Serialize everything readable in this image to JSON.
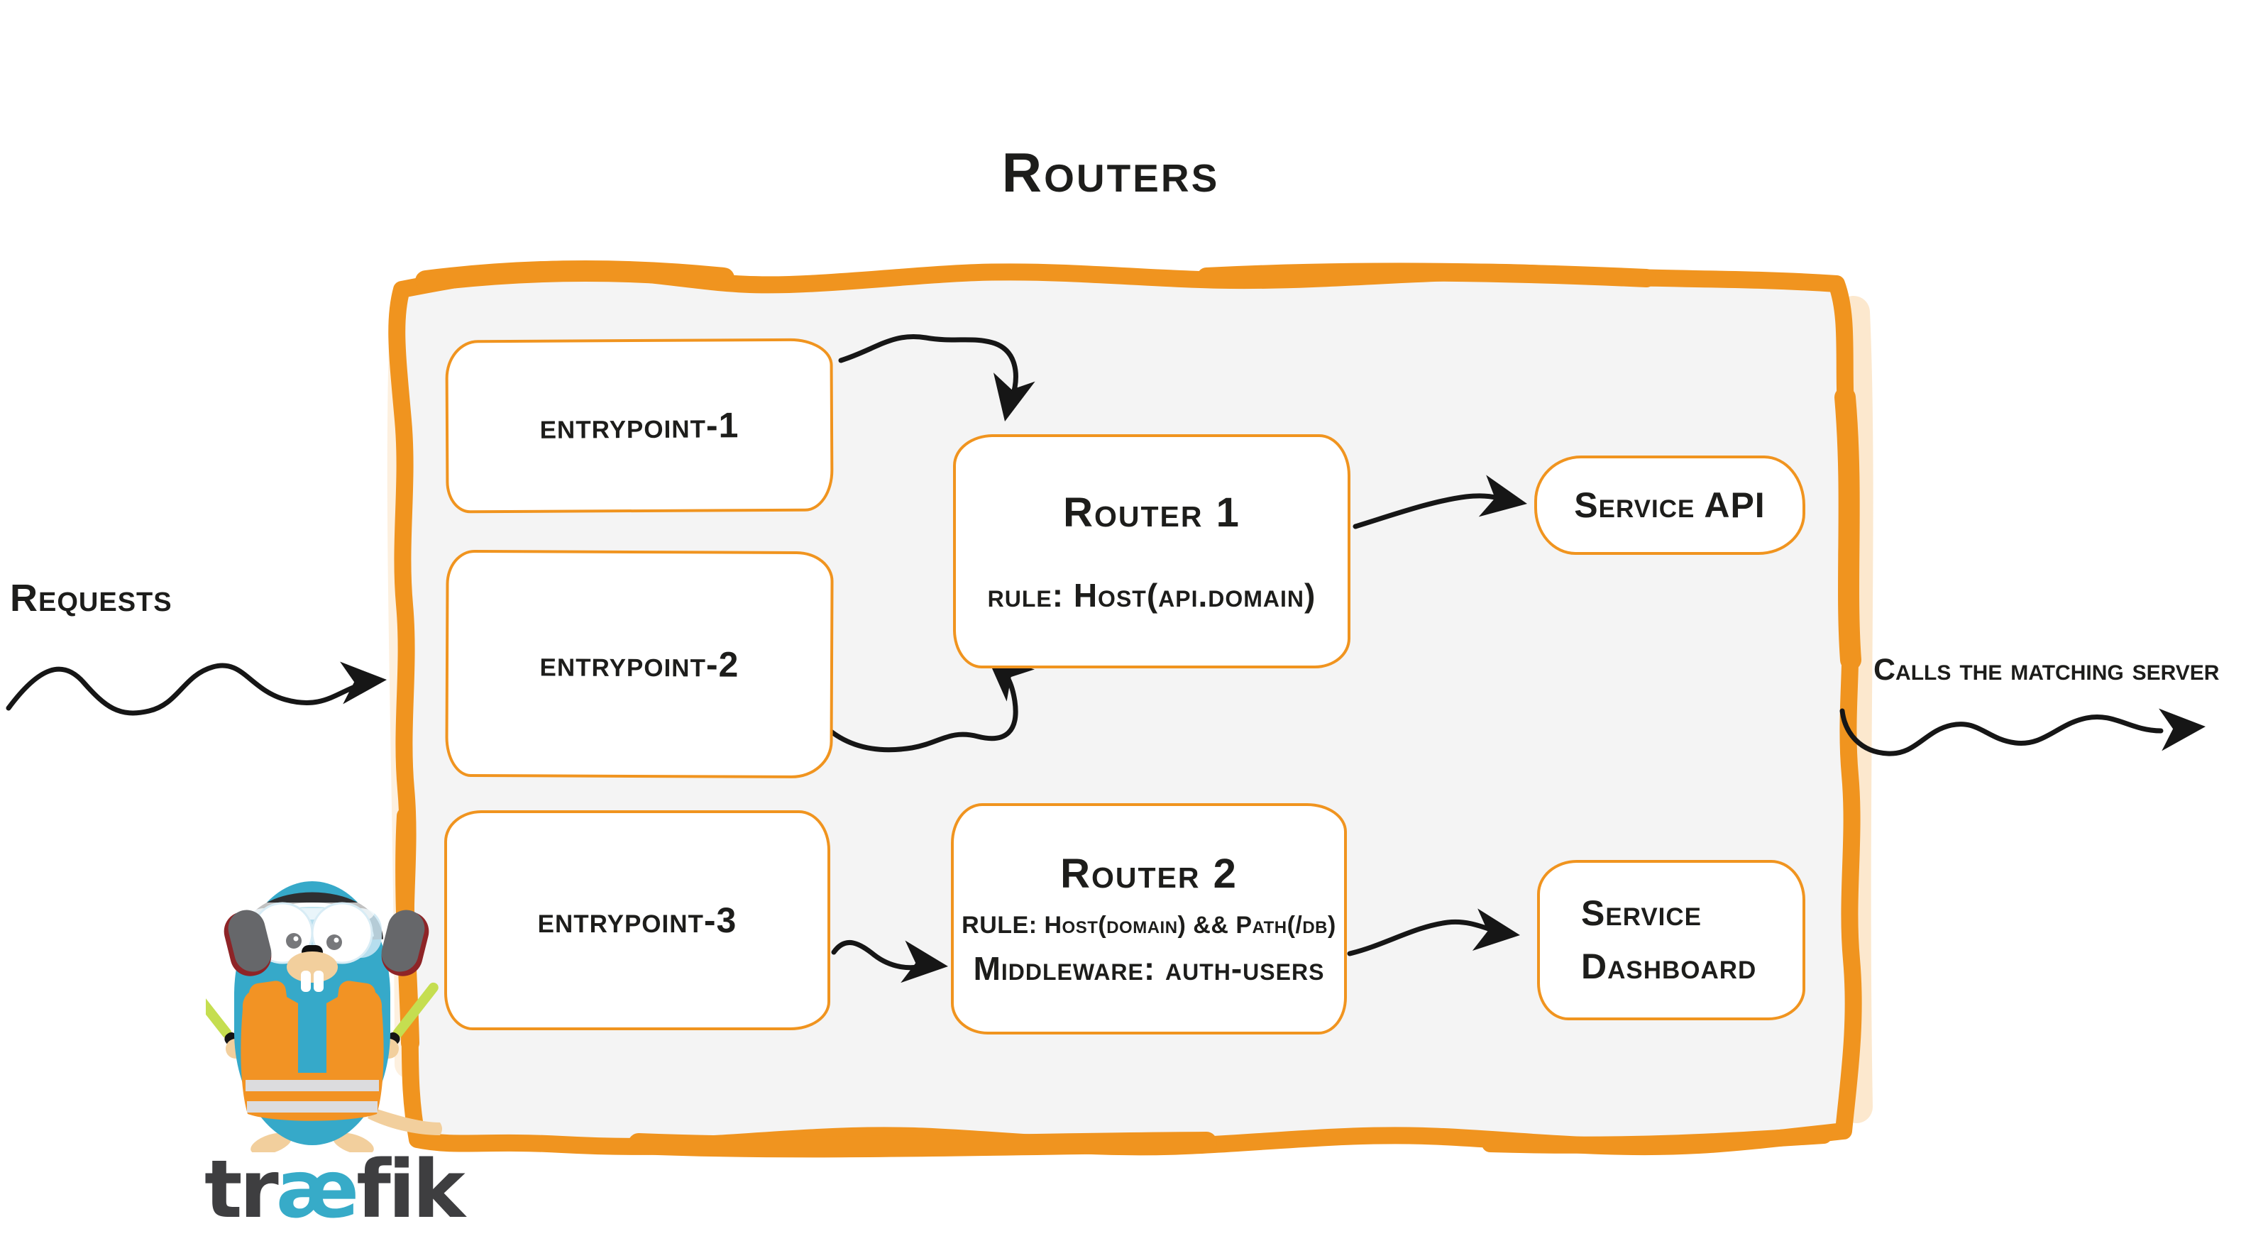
{
  "title": "Routers",
  "labels": {
    "requests": "Requests",
    "calls_matching_server": "Calls the matching server"
  },
  "nodes": {
    "entrypoints": [
      {
        "label": "entrypoint-1"
      },
      {
        "label": "entrypoint-2"
      },
      {
        "label": "entrypoint-3"
      }
    ],
    "routers": [
      {
        "title": "Router 1",
        "rule": "rule: Host(api.domain)"
      },
      {
        "title": "Router 2",
        "rule": "RULE: Host(domain) && Path(/db)",
        "middleware": "Middleware: auth-users"
      }
    ],
    "services": [
      {
        "label": "Service API"
      },
      {
        "label": "Service Dashboard"
      }
    ]
  },
  "connections": [
    {
      "from": "Requests",
      "to": "routers-container"
    },
    {
      "from": "entrypoint-1",
      "to": "Router 1"
    },
    {
      "from": "entrypoint-2",
      "to": "Router 1"
    },
    {
      "from": "entrypoint-3",
      "to": "Router 2"
    },
    {
      "from": "Router 1",
      "to": "Service API"
    },
    {
      "from": "Router 2",
      "to": "Service Dashboard"
    },
    {
      "from": "routers-container",
      "to": "Calls the matching server"
    }
  ],
  "logo": {
    "icon": "traefik-gopher-mascot",
    "wordmark": {
      "tr": "tr",
      "ae": "æ",
      "fik": "fik"
    }
  },
  "colors": {
    "brand_orange": "#F0941F",
    "container_fill": "#F4F4F4",
    "ink_black": "#161616",
    "gopher_blue": "#36A9C9",
    "stick_green": "#C5DE50",
    "wordmark_gray": "#3E3E40",
    "wordmark_blue": "#37ABC8"
  }
}
